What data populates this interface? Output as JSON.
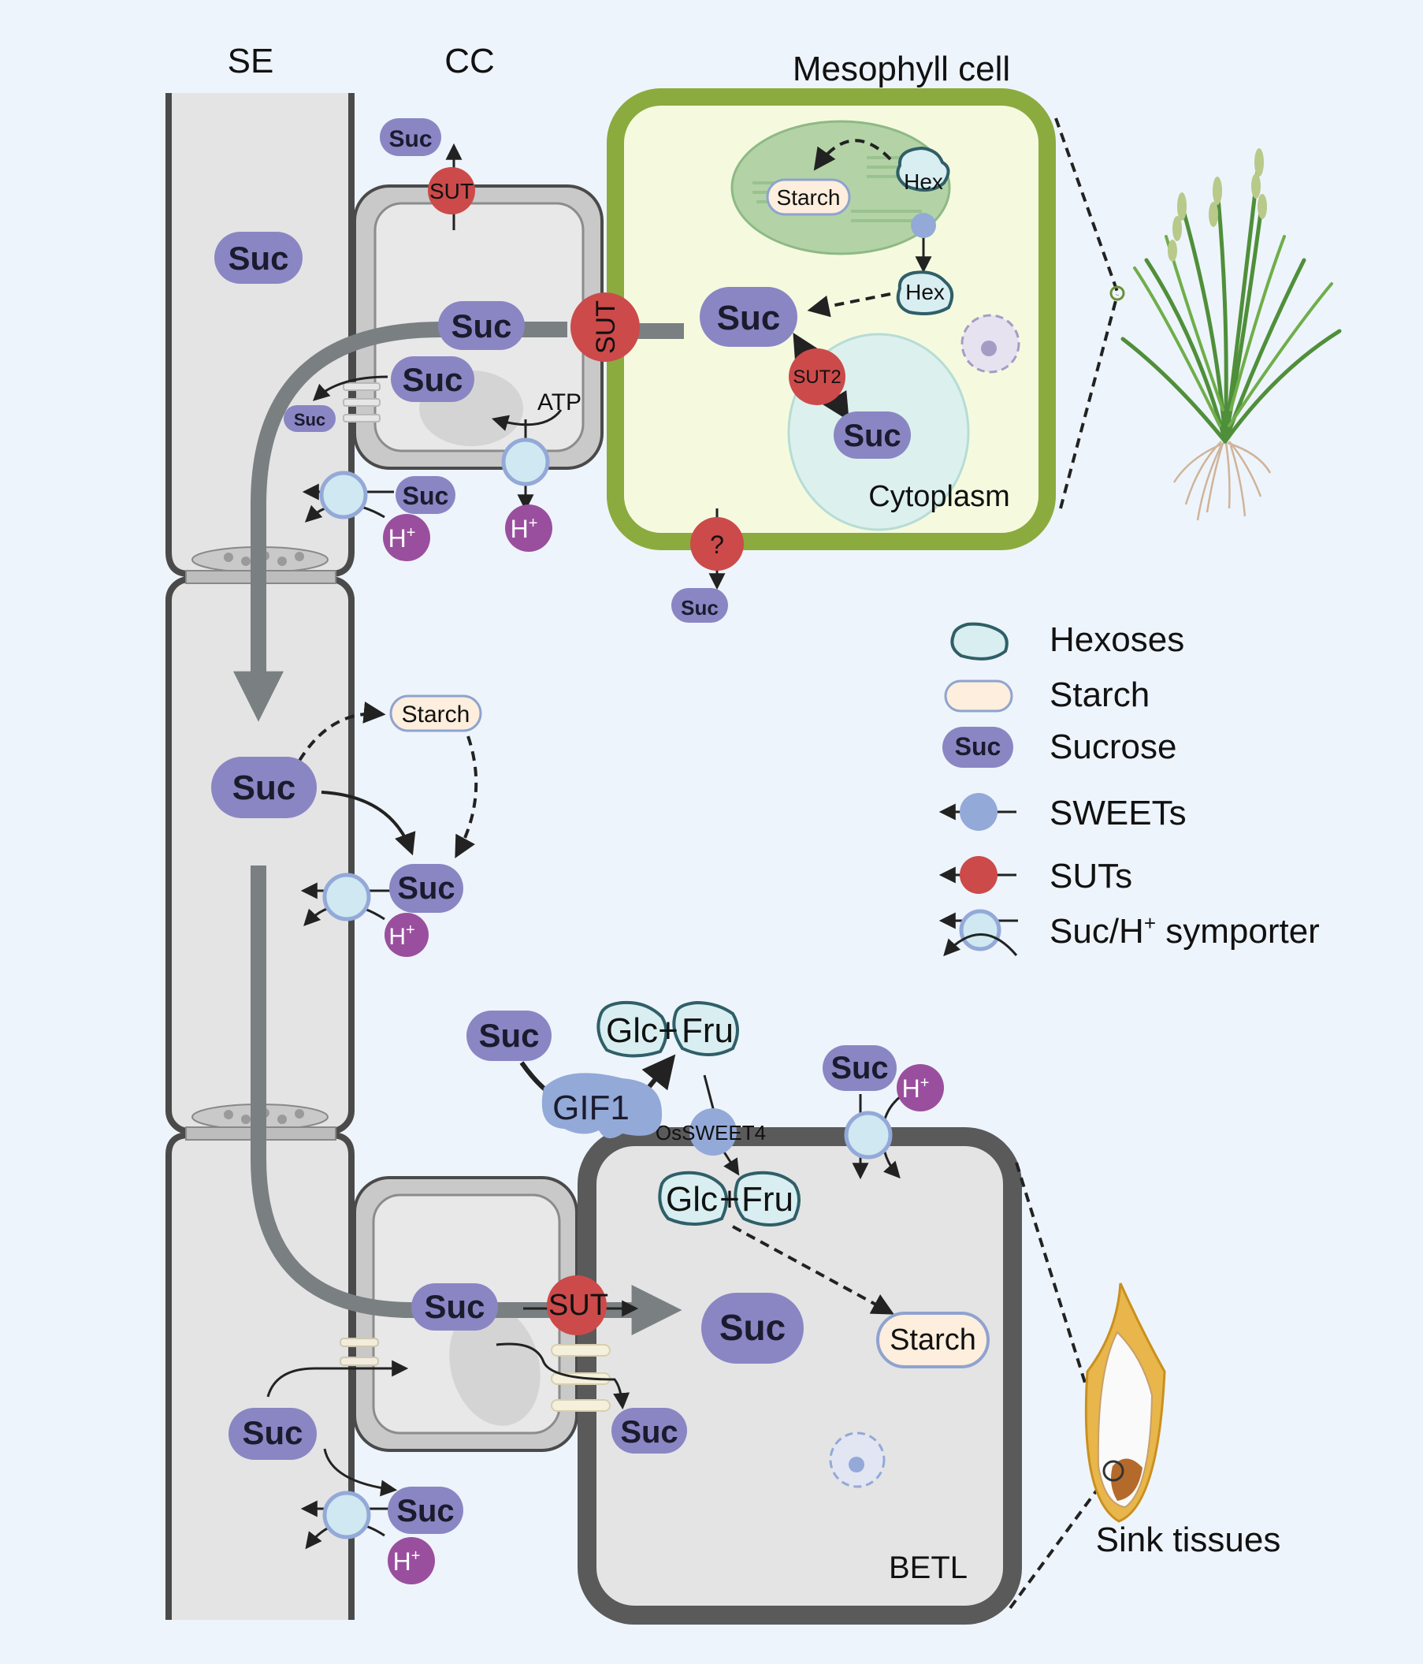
{
  "labels": {
    "se": "SE",
    "cc": "CC",
    "mesophyll": "Mesophyll cell",
    "cytoplasm": "Cytoplasm",
    "betl": "BETL",
    "sink": "Sink tissues"
  },
  "molecules": {
    "suc": "Suc",
    "hex": "Hex",
    "starch": "Starch",
    "atp": "ATP",
    "h": "H",
    "h_sup": "+",
    "glc": "Glc",
    "plus": "+",
    "fru": "Fru",
    "unknown": "?"
  },
  "transporters": {
    "sut": "SUT",
    "sut2": "SUT2",
    "gif1": "GIF1",
    "ossweet4": "OsSWEET4"
  },
  "legend": {
    "hexoses": "Hexoses",
    "starch": "Starch",
    "sucrose_icon": "Suc",
    "sucrose": "Sucrose",
    "sweets": "SWEETs",
    "suts": "SUTs",
    "symporter": "Suc/H",
    "symporter_sup": "+",
    "symporter_tail": " symporter"
  },
  "colors": {
    "suc": "#8a86c4",
    "sut": "#cc4a4a",
    "sweet": "#93a9d8",
    "h": "#9a4f9e",
    "hexose_fill": "#d9eef0",
    "starch_fill": "#fdeedd",
    "mesophyll_wall": "#8bab3f",
    "betl_wall": "#5a5a5a"
  }
}
